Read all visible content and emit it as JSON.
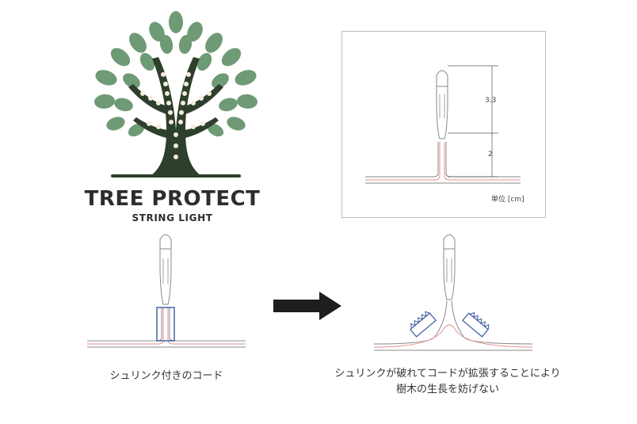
{
  "brand": {
    "title": "TREE PROTECT",
    "subtitle": "STRING LIGHT",
    "leaf_color": "#6f9a76",
    "trunk_color": "#2f3f2d",
    "bulb_color": "#f3edd7"
  },
  "spec": {
    "dimension_top": "3.3",
    "dimension_bottom": "2",
    "unit_label": "単位 [cm]"
  },
  "captions": {
    "left": "シュリンク付きのコード",
    "right_line1": "シュリンクが破れてコードが拡張することにより",
    "right_line2": "樹木の生長を妨げない"
  },
  "colors": {
    "cord_red": "#e58f8f",
    "outline_gray": "#8a8a8a",
    "shrink_blue": "#3a5aa0",
    "arrow": "#1e1e1e"
  }
}
